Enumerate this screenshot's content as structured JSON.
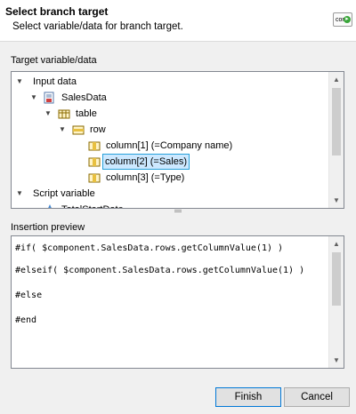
{
  "header": {
    "title": "Select branch target",
    "subtitle": "Select variable/data for branch target.",
    "icon": {
      "name": "cond-icon",
      "text": "cond"
    }
  },
  "target_section": {
    "label": "Target variable/data",
    "tree": [
      {
        "label": "Input data",
        "expanded": true,
        "icon": "none"
      },
      {
        "label": "SalesData",
        "expanded": true,
        "icon": "data-source-icon"
      },
      {
        "label": "table",
        "expanded": true,
        "icon": "table-icon"
      },
      {
        "label": "row",
        "expanded": true,
        "icon": "row-icon"
      },
      {
        "label": "column[1] (=Company name)",
        "icon": "column-icon"
      },
      {
        "label": "column[2] (=Sales)",
        "icon": "column-icon",
        "selected": true
      },
      {
        "label": "column[3] (=Type)",
        "icon": "column-icon"
      },
      {
        "label": "Script variable",
        "expanded": true,
        "icon": "none"
      },
      {
        "label": "TotalStartDate",
        "icon": "variable-icon"
      }
    ]
  },
  "preview_section": {
    "label": "Insertion preview",
    "lines": [
      "#if( $component.SalesData.rows.getColumnValue(1) )",
      "",
      "#elseif( $component.SalesData.rows.getColumnValue(1) )",
      "",
      "#else",
      "",
      "#end"
    ]
  },
  "buttons": {
    "finish": "Finish",
    "cancel": "Cancel"
  },
  "colors": {
    "selection_bg": "#cce8ff",
    "selection_border": "#26a0da",
    "accent": "#0078d7"
  }
}
